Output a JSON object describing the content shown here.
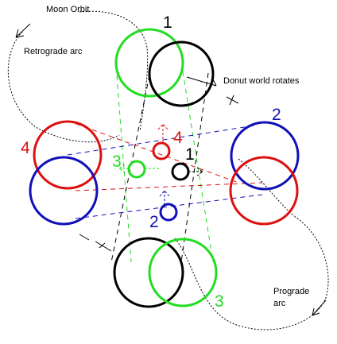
{
  "colors": {
    "black": "#000000",
    "green": "#22dd22",
    "blue": "#1010b8",
    "red": "#dd1010",
    "dotted": "#000000"
  },
  "labels": {
    "moon_orbit": "Moon Orbit",
    "retrograde_arc": "Retrograde arc",
    "donut_world_rotates": "Donut world rotates",
    "prograde_line1": "Prograde",
    "prograde_line2": "arc"
  },
  "numbers": {
    "top_black": "1",
    "right_blue": "2",
    "bottom_green": "3",
    "left_red": "4",
    "center_red": "4",
    "center_green": "3",
    "center_black": "1",
    "center_blue": "2"
  }
}
